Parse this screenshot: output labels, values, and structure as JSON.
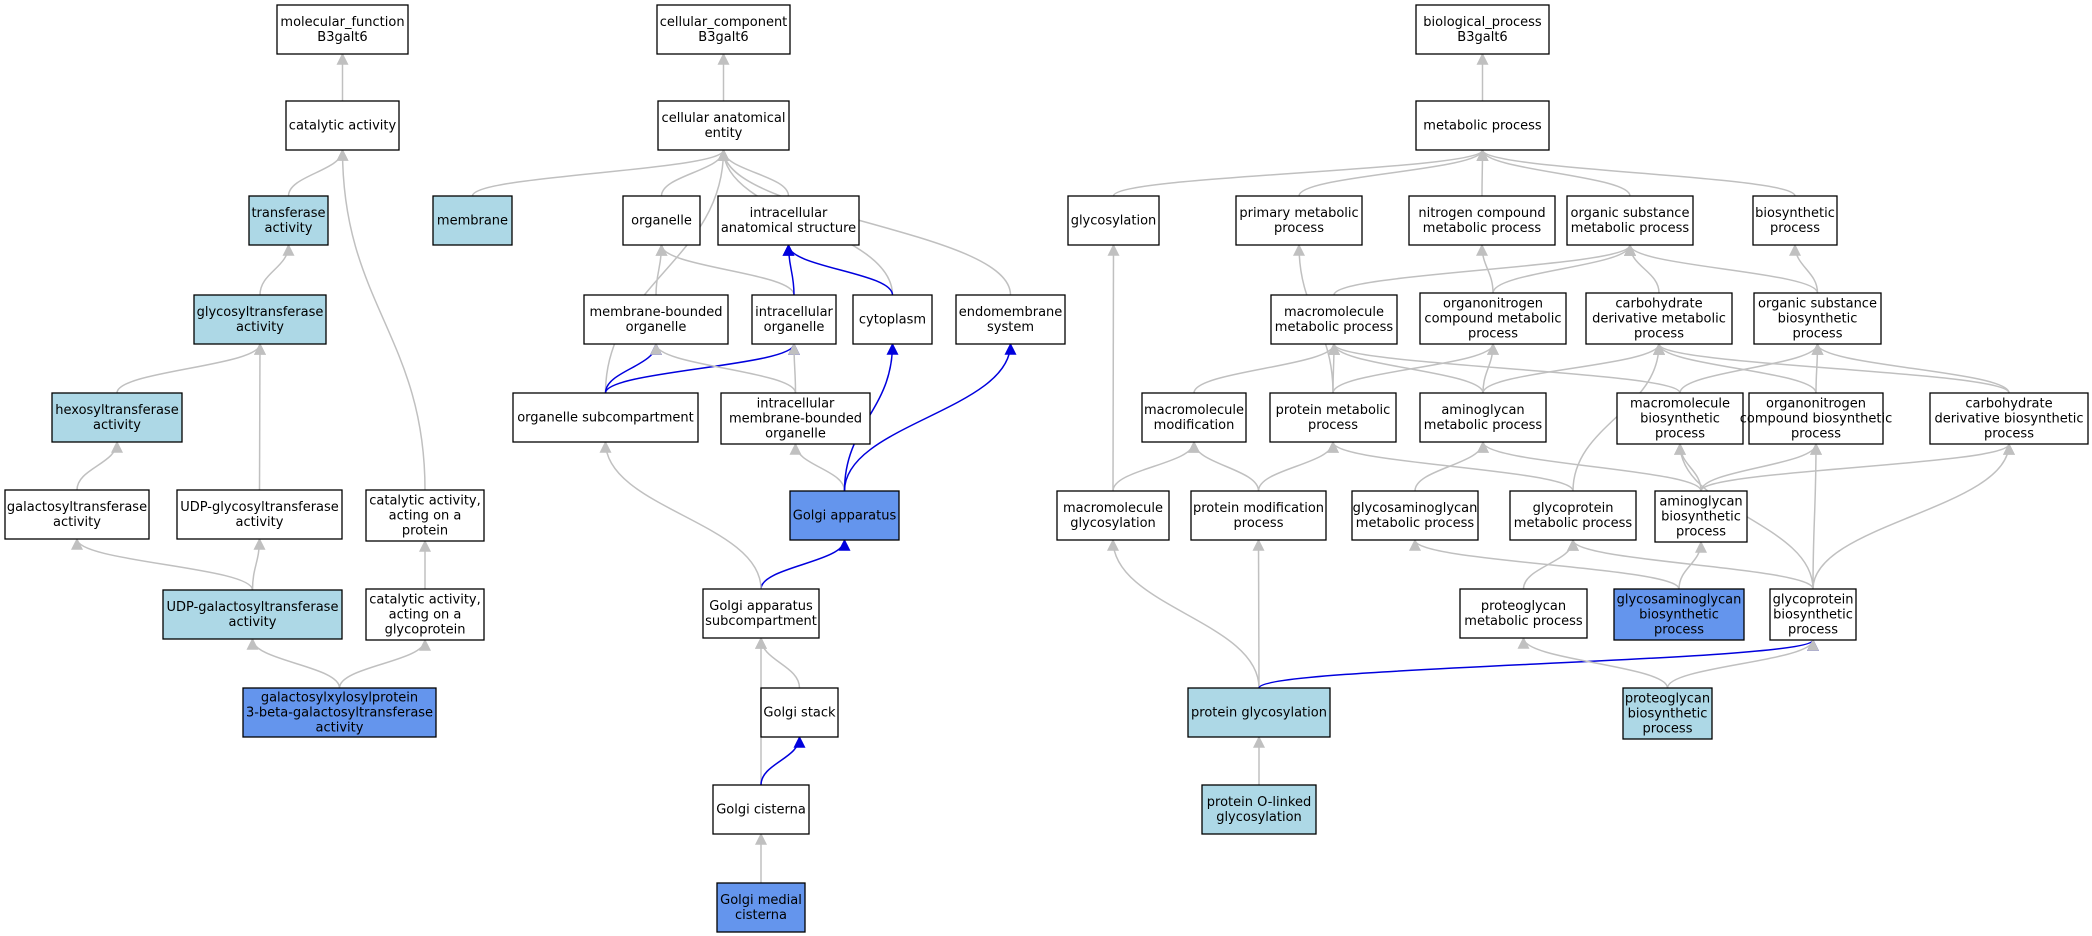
{
  "colors": {
    "plain": "#ffffff",
    "annotated": "#add8e6",
    "direct": "#6495ed",
    "edge_gray": "#c0c0c0",
    "edge_blue": "#0000dd"
  },
  "nodes": [
    {
      "id": "mf",
      "lines": [
        "molecular_function",
        "B3galt6"
      ],
      "fill": "plain"
    },
    {
      "id": "cat",
      "lines": [
        "catalytic activity"
      ],
      "fill": "plain"
    },
    {
      "id": "trans",
      "lines": [
        "transferase",
        "activity"
      ],
      "fill": "annotated"
    },
    {
      "id": "glyt",
      "lines": [
        "glycosyltransferase",
        "activity"
      ],
      "fill": "annotated"
    },
    {
      "id": "hexo",
      "lines": [
        "hexosyltransferase",
        "activity"
      ],
      "fill": "annotated"
    },
    {
      "id": "galt",
      "lines": [
        "galactosyltransferase",
        "activity"
      ],
      "fill": "plain"
    },
    {
      "id": "udpgly",
      "lines": [
        "UDP-glycosyltransferase",
        "activity"
      ],
      "fill": "plain"
    },
    {
      "id": "catprot",
      "lines": [
        "catalytic activity,",
        "acting on a",
        "protein"
      ],
      "fill": "plain"
    },
    {
      "id": "udpgal",
      "lines": [
        "UDP-galactosyltransferase",
        "activity"
      ],
      "fill": "annotated"
    },
    {
      "id": "catglyco",
      "lines": [
        "catalytic activity,",
        "acting on a",
        "glycoprotein"
      ],
      "fill": "plain"
    },
    {
      "id": "galxyl",
      "lines": [
        "galactosylxylosylprotein",
        "3-beta-galactosyltransferase",
        "activity"
      ],
      "fill": "direct"
    },
    {
      "id": "cc",
      "lines": [
        "cellular_component",
        "B3galt6"
      ],
      "fill": "plain"
    },
    {
      "id": "cae",
      "lines": [
        "cellular anatomical",
        "entity"
      ],
      "fill": "plain"
    },
    {
      "id": "membrane",
      "lines": [
        "membrane"
      ],
      "fill": "annotated"
    },
    {
      "id": "organelle",
      "lines": [
        "organelle"
      ],
      "fill": "plain"
    },
    {
      "id": "ias",
      "lines": [
        "intracellular",
        "anatomical structure"
      ],
      "fill": "plain"
    },
    {
      "id": "mbo",
      "lines": [
        "membrane-bounded",
        "organelle"
      ],
      "fill": "plain"
    },
    {
      "id": "io",
      "lines": [
        "intracellular",
        "organelle"
      ],
      "fill": "plain"
    },
    {
      "id": "cyto",
      "lines": [
        "cytoplasm"
      ],
      "fill": "plain"
    },
    {
      "id": "endo",
      "lines": [
        "endomembrane",
        "system"
      ],
      "fill": "plain"
    },
    {
      "id": "osub",
      "lines": [
        "organelle subcompartment"
      ],
      "fill": "plain"
    },
    {
      "id": "imbo",
      "lines": [
        "intracellular",
        "membrane-bounded",
        "organelle"
      ],
      "fill": "plain"
    },
    {
      "id": "golgi",
      "lines": [
        "Golgi apparatus"
      ],
      "fill": "direct"
    },
    {
      "id": "gsub",
      "lines": [
        "Golgi apparatus",
        "subcompartment"
      ],
      "fill": "plain"
    },
    {
      "id": "gstack",
      "lines": [
        "Golgi stack"
      ],
      "fill": "plain"
    },
    {
      "id": "gcis",
      "lines": [
        "Golgi cisterna"
      ],
      "fill": "plain"
    },
    {
      "id": "gmed",
      "lines": [
        "Golgi medial",
        "cisterna"
      ],
      "fill": "direct"
    },
    {
      "id": "bp",
      "lines": [
        "biological_process",
        "B3galt6"
      ],
      "fill": "plain"
    },
    {
      "id": "meta",
      "lines": [
        "metabolic process"
      ],
      "fill": "plain"
    },
    {
      "id": "glycos",
      "lines": [
        "glycosylation"
      ],
      "fill": "plain"
    },
    {
      "id": "prim",
      "lines": [
        "primary metabolic",
        "process"
      ],
      "fill": "plain"
    },
    {
      "id": "nitro",
      "lines": [
        "nitrogen compound",
        "metabolic process"
      ],
      "fill": "plain"
    },
    {
      "id": "osm",
      "lines": [
        "organic substance",
        "metabolic process"
      ],
      "fill": "plain"
    },
    {
      "id": "bios",
      "lines": [
        "biosynthetic",
        "process"
      ],
      "fill": "plain"
    },
    {
      "id": "macmet",
      "lines": [
        "macromolecule",
        "metabolic process"
      ],
      "fill": "plain"
    },
    {
      "id": "onmet",
      "lines": [
        "organonitrogen",
        "compound metabolic",
        "process"
      ],
      "fill": "plain"
    },
    {
      "id": "carbmet",
      "lines": [
        "carbohydrate",
        "derivative metabolic",
        "process"
      ],
      "fill": "plain"
    },
    {
      "id": "osbios",
      "lines": [
        "organic substance",
        "biosynthetic",
        "process"
      ],
      "fill": "plain"
    },
    {
      "id": "macmod",
      "lines": [
        "macromolecule",
        "modification"
      ],
      "fill": "plain"
    },
    {
      "id": "protmet",
      "lines": [
        "protein metabolic",
        "process"
      ],
      "fill": "plain"
    },
    {
      "id": "aminomet",
      "lines": [
        "aminoglycan",
        "metabolic process"
      ],
      "fill": "plain"
    },
    {
      "id": "macbios",
      "lines": [
        "macromolecule",
        "biosynthetic",
        "process"
      ],
      "fill": "plain"
    },
    {
      "id": "onbios",
      "lines": [
        "organonitrogen",
        "compound biosynthetic",
        "process"
      ],
      "fill": "plain"
    },
    {
      "id": "carbbios",
      "lines": [
        "carbohydrate",
        "derivative biosynthetic",
        "process"
      ],
      "fill": "plain"
    },
    {
      "id": "macglyc",
      "lines": [
        "macromolecule",
        "glycosylation"
      ],
      "fill": "plain"
    },
    {
      "id": "protmod",
      "lines": [
        "protein modification",
        "process"
      ],
      "fill": "plain"
    },
    {
      "id": "gagmet",
      "lines": [
        "glycosaminoglycan",
        "metabolic process"
      ],
      "fill": "plain"
    },
    {
      "id": "gpmet",
      "lines": [
        "glycoprotein",
        "metabolic process"
      ],
      "fill": "plain"
    },
    {
      "id": "aminobios",
      "lines": [
        "aminoglycan",
        "biosynthetic",
        "process"
      ],
      "fill": "plain"
    },
    {
      "id": "pgmet",
      "lines": [
        "proteoglycan",
        "metabolic process"
      ],
      "fill": "plain"
    },
    {
      "id": "gagbios",
      "lines": [
        "glycosaminoglycan",
        "biosynthetic",
        "process"
      ],
      "fill": "direct"
    },
    {
      "id": "gpbios",
      "lines": [
        "glycoprotein",
        "biosynthetic",
        "process"
      ],
      "fill": "plain"
    },
    {
      "id": "protglyc",
      "lines": [
        "protein glycosylation"
      ],
      "fill": "annotated"
    },
    {
      "id": "pgbios",
      "lines": [
        "proteoglycan",
        "biosynthetic",
        "process"
      ],
      "fill": "annotated"
    },
    {
      "id": "protO",
      "lines": [
        "protein O-linked",
        "glycosylation"
      ],
      "fill": "annotated"
    }
  ],
  "edges": [
    {
      "from": "cat",
      "to": "mf",
      "color": "gray"
    },
    {
      "from": "trans",
      "to": "cat",
      "color": "gray"
    },
    {
      "from": "glyt",
      "to": "trans",
      "color": "gray"
    },
    {
      "from": "hexo",
      "to": "glyt",
      "color": "gray"
    },
    {
      "from": "udpgly",
      "to": "glyt",
      "color": "gray"
    },
    {
      "from": "galt",
      "to": "hexo",
      "color": "gray"
    },
    {
      "from": "catprot",
      "to": "cat",
      "color": "gray"
    },
    {
      "from": "udpgal",
      "to": "galt",
      "color": "gray"
    },
    {
      "from": "udpgal",
      "to": "udpgly",
      "color": "gray"
    },
    {
      "from": "catglyco",
      "to": "catprot",
      "color": "gray"
    },
    {
      "from": "galxyl",
      "to": "udpgal",
      "color": "gray"
    },
    {
      "from": "galxyl",
      "to": "catglyco",
      "color": "gray"
    },
    {
      "from": "cae",
      "to": "cc",
      "color": "gray"
    },
    {
      "from": "membrane",
      "to": "cae",
      "color": "gray"
    },
    {
      "from": "organelle",
      "to": "cae",
      "color": "gray"
    },
    {
      "from": "ias",
      "to": "cae",
      "color": "gray"
    },
    {
      "from": "cyto",
      "to": "cae",
      "color": "gray"
    },
    {
      "from": "endo",
      "to": "cae",
      "color": "gray"
    },
    {
      "from": "osub",
      "to": "cae",
      "color": "gray"
    },
    {
      "from": "mbo",
      "to": "organelle",
      "color": "gray"
    },
    {
      "from": "io",
      "to": "organelle",
      "color": "gray"
    },
    {
      "from": "io",
      "to": "ias",
      "color": "blue"
    },
    {
      "from": "cyto",
      "to": "ias",
      "color": "blue"
    },
    {
      "from": "osub",
      "to": "mbo",
      "color": "blue"
    },
    {
      "from": "osub",
      "to": "io",
      "color": "blue"
    },
    {
      "from": "imbo",
      "to": "mbo",
      "color": "gray"
    },
    {
      "from": "imbo",
      "to": "io",
      "color": "gray"
    },
    {
      "from": "golgi",
      "to": "imbo",
      "color": "gray"
    },
    {
      "from": "golgi",
      "to": "cyto",
      "color": "blue"
    },
    {
      "from": "golgi",
      "to": "endo",
      "color": "blue"
    },
    {
      "from": "gsub",
      "to": "golgi",
      "color": "blue"
    },
    {
      "from": "gsub",
      "to": "osub",
      "color": "gray"
    },
    {
      "from": "gstack",
      "to": "gsub",
      "color": "gray"
    },
    {
      "from": "gcis",
      "to": "gsub",
      "color": "gray"
    },
    {
      "from": "gcis",
      "to": "gstack",
      "color": "blue"
    },
    {
      "from": "gmed",
      "to": "gcis",
      "color": "gray"
    },
    {
      "from": "meta",
      "to": "bp",
      "color": "gray"
    },
    {
      "from": "glycos",
      "to": "meta",
      "color": "gray"
    },
    {
      "from": "prim",
      "to": "meta",
      "color": "gray"
    },
    {
      "from": "nitro",
      "to": "meta",
      "color": "gray"
    },
    {
      "from": "osm",
      "to": "meta",
      "color": "gray"
    },
    {
      "from": "bios",
      "to": "meta",
      "color": "gray"
    },
    {
      "from": "macmet",
      "to": "osm",
      "color": "gray"
    },
    {
      "from": "onmet",
      "to": "nitro",
      "color": "gray"
    },
    {
      "from": "onmet",
      "to": "osm",
      "color": "gray"
    },
    {
      "from": "carbmet",
      "to": "osm",
      "color": "gray"
    },
    {
      "from": "osbios",
      "to": "osm",
      "color": "gray"
    },
    {
      "from": "osbios",
      "to": "bios",
      "color": "gray"
    },
    {
      "from": "macmod",
      "to": "macmet",
      "color": "gray"
    },
    {
      "from": "protmet",
      "to": "macmet",
      "color": "gray"
    },
    {
      "from": "protmet",
      "to": "onmet",
      "color": "gray"
    },
    {
      "from": "protmet",
      "to": "prim",
      "color": "gray"
    },
    {
      "from": "aminomet",
      "to": "macmet",
      "color": "gray"
    },
    {
      "from": "aminomet",
      "to": "onmet",
      "color": "gray"
    },
    {
      "from": "aminomet",
      "to": "carbmet",
      "color": "gray"
    },
    {
      "from": "macbios",
      "to": "macmet",
      "color": "gray"
    },
    {
      "from": "macbios",
      "to": "osbios",
      "color": "gray"
    },
    {
      "from": "onbios",
      "to": "carbmet",
      "color": "gray"
    },
    {
      "from": "onbios",
      "to": "osbios",
      "color": "gray"
    },
    {
      "from": "carbbios",
      "to": "carbmet",
      "color": "gray"
    },
    {
      "from": "carbbios",
      "to": "osbios",
      "color": "gray"
    },
    {
      "from": "macglyc",
      "to": "macmod",
      "color": "gray"
    },
    {
      "from": "macglyc",
      "to": "glycos",
      "color": "gray"
    },
    {
      "from": "protmod",
      "to": "macmod",
      "color": "gray"
    },
    {
      "from": "protmod",
      "to": "protmet",
      "color": "gray"
    },
    {
      "from": "gagmet",
      "to": "aminomet",
      "color": "gray"
    },
    {
      "from": "gpmet",
      "to": "protmet",
      "color": "gray"
    },
    {
      "from": "gpmet",
      "to": "carbmet",
      "color": "gray"
    },
    {
      "from": "aminobios",
      "to": "aminomet",
      "color": "gray"
    },
    {
      "from": "aminobios",
      "to": "macbios",
      "color": "gray"
    },
    {
      "from": "aminobios",
      "to": "onbios",
      "color": "gray"
    },
    {
      "from": "aminobios",
      "to": "carbbios",
      "color": "gray"
    },
    {
      "from": "pgmet",
      "to": "gpmet",
      "color": "gray"
    },
    {
      "from": "gagbios",
      "to": "gagmet",
      "color": "gray"
    },
    {
      "from": "gagbios",
      "to": "aminobios",
      "color": "gray"
    },
    {
      "from": "gpbios",
      "to": "gpmet",
      "color": "gray"
    },
    {
      "from": "gpbios",
      "to": "macbios",
      "color": "gray"
    },
    {
      "from": "gpbios",
      "to": "onbios",
      "color": "gray"
    },
    {
      "from": "gpbios",
      "to": "carbbios",
      "color": "gray"
    },
    {
      "from": "protglyc",
      "to": "macglyc",
      "color": "gray"
    },
    {
      "from": "protglyc",
      "to": "protmod",
      "color": "gray"
    },
    {
      "from": "protglyc",
      "to": "gpbios",
      "color": "blue"
    },
    {
      "from": "pgbios",
      "to": "pgmet",
      "color": "gray"
    },
    {
      "from": "pgbios",
      "to": "gpbios",
      "color": "gray"
    },
    {
      "from": "protO",
      "to": "protglyc",
      "color": "gray"
    }
  ]
}
